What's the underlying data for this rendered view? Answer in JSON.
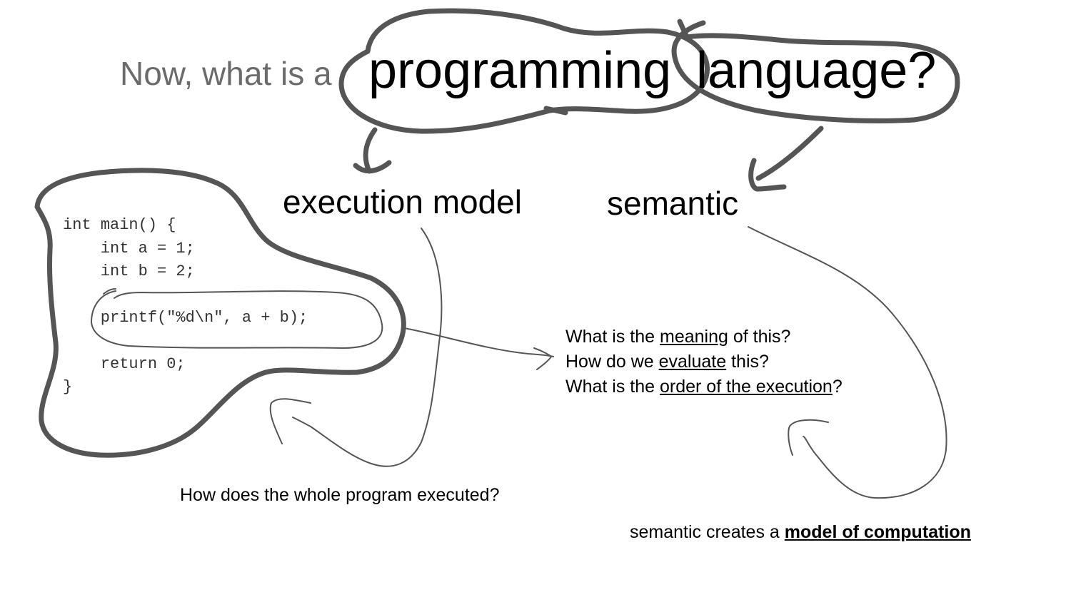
{
  "title": {
    "prefix": "Now, what is a",
    "word1": "programming",
    "word2": "language?"
  },
  "headings": {
    "execution": "execution model",
    "semantic": "semantic"
  },
  "code_lines": [
    "int main() {",
    "    int a = 1;",
    "    int b = 2;",
    "",
    "    printf(\"%d\\n\", a + b);",
    "",
    "    return 0;",
    "}"
  ],
  "questions": [
    {
      "before": "What is the ",
      "term": "meaning",
      "after": " of this?"
    },
    {
      "before": "How do we ",
      "term": "evaluate",
      "after": " this?"
    },
    {
      "before": "What is the ",
      "term": "order of the execution",
      "after": "?"
    }
  ],
  "execution_question": "How does the whole program executed?",
  "semantic_note": {
    "prefix": "semantic creates a ",
    "emphasis": "model of computation"
  },
  "colors": {
    "thick_ink": "#555555",
    "thin_ink": "#555555",
    "title_prefix": "#6b6b6b"
  }
}
